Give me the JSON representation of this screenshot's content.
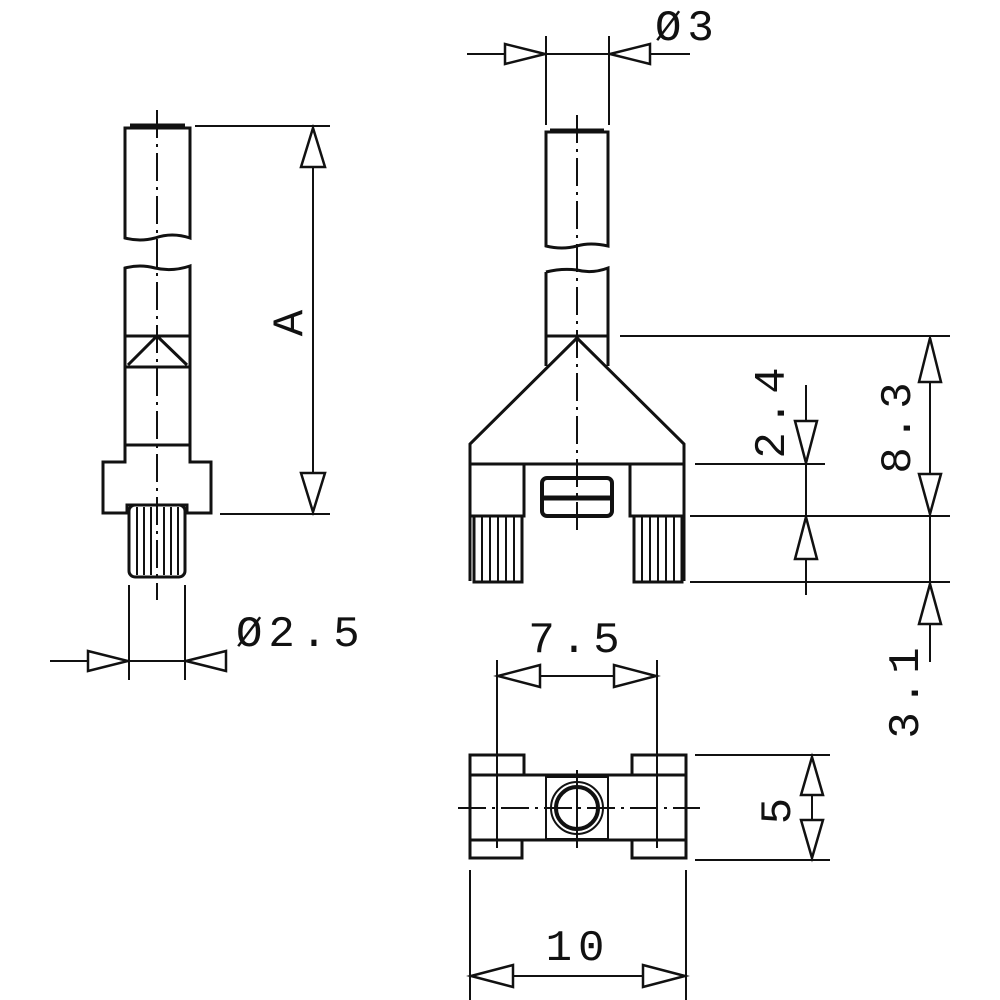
{
  "drawing": {
    "title": "Connector pin technical drawing",
    "views": [
      "side-view",
      "front-view",
      "top-view"
    ],
    "line_color": "#111111",
    "background": "#ffffff"
  },
  "dimensions": {
    "side_length": "A",
    "side_pin_diameter": "Ø2.5",
    "front_shaft_diameter": "Ø3",
    "front_fork_height": "2.4",
    "front_total_height": "8.3",
    "front_pin_length": "3.1",
    "top_pin_spacing": "7.5",
    "top_depth": "5",
    "top_width": "10"
  }
}
